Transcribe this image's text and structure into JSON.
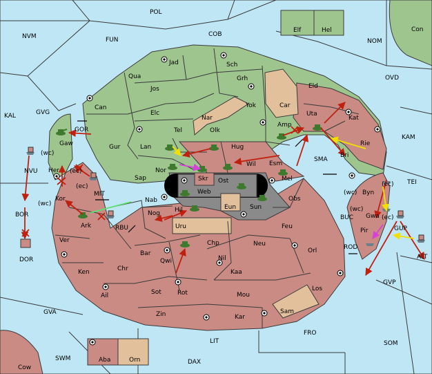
{
  "colors": {
    "sea": "#bfe6f5",
    "green_power": "#9fc58f",
    "red_power": "#c98b84",
    "neutral": "#e2c09b",
    "hub": "#8a8a8a",
    "order_move": "#c0200f",
    "order_support_yellow": "#f2e000",
    "order_support_magenta": "#d93fd9",
    "order_support_green": "#5de070"
  },
  "sea_labels": {
    "pol": "POL",
    "nvm": "NVM",
    "fun": "FUN",
    "cob": "COB",
    "nom": "NOM",
    "con": "Con",
    "ovd": "OVD",
    "kal": "KAL",
    "gvg": "GVG",
    "kam": "KAM",
    "tei": "TEI",
    "sma": "SMA",
    "mit": "MIT",
    "rbu": "RBU",
    "buc": "BUC",
    "rod": "ROD",
    "gvp": "GVP",
    "alt": "ALT",
    "gva": "GVA",
    "fro": "FRO",
    "som": "SOM",
    "lit": "LIT",
    "swm": "SWM",
    "dax": "DAX",
    "cow": "Cow",
    "elf": "Elf",
    "hel": "Hel",
    "nvu": "NVU",
    "bor": "BOR",
    "dor": "DOR",
    "gor": "GOR",
    "pir": "Pir",
    "gup": "GUP"
  },
  "land_labels": {
    "jad": "Jad",
    "sch": "Sch",
    "qua": "Qua",
    "jos": "Jos",
    "grh": "Grh",
    "eld": "Eld",
    "can": "Can",
    "elc": "Elc",
    "nar": "Nar",
    "yok": "Yok",
    "car": "Car",
    "uta": "Uta",
    "kat": "Kat",
    "tel": "Tel",
    "olk": "Olk",
    "amp": "Amp",
    "gur": "Gur",
    "lan": "Lan",
    "hug": "Hug",
    "rie": "Rie",
    "bri": "Bri",
    "esm": "Esm",
    "wil": "Wil",
    "nor": "Nor",
    "skr": "Skr",
    "sap": "Sap",
    "ost": "Ost",
    "web": "Web",
    "mel": "Mel",
    "byn": "Byn",
    "gaw": "Gaw",
    "her": "Her",
    "kor": "Kor",
    "nab": "Nab",
    "eun": "Eun",
    "sun": "Sun",
    "obs": "Obs",
    "gwa": "Gwa",
    "nog": "Nog",
    "hil": "Hil",
    "ark": "Ark",
    "uru": "Uru",
    "feu": "Feu",
    "ver": "Ver",
    "bar": "Bar",
    "qwi": "Qwi",
    "chp": "Chp",
    "neu": "Neu",
    "orl": "Orl",
    "nil": "Nil",
    "ken": "Ken",
    "chr": "Chr",
    "kaa": "Kaa",
    "ail": "Ail",
    "sot": "Sot",
    "rot": "Rot",
    "mou": "Mou",
    "los": "Los",
    "zin": "Zin",
    "kar": "Kar",
    "sam": "Sam",
    "aba": "Aba",
    "orn": "Orn"
  },
  "coast_labels": {
    "wc1": "(wc)",
    "ec1": "(ec)",
    "ec2": "(ec)",
    "wc2": "(wc)",
    "ec3": "(ec)",
    "wc3": "(wc)",
    "wc4": "(wc)",
    "ec4": "(ec)"
  }
}
